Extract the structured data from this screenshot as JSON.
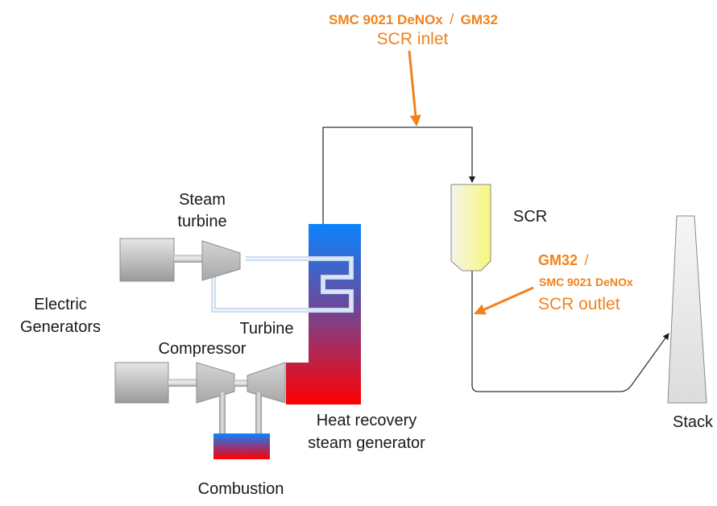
{
  "diagram": {
    "title": "Combined cycle plant with SCR NOx monitoring",
    "colors": {
      "annotation": "#f0821e",
      "hot": "#ff0000",
      "cold": "#0a84ff",
      "scr_fill": "#f7f78a",
      "steam_line": "#c9daf0"
    },
    "inlet_annotation": {
      "product_primary": "SMC 9021 DeNOx",
      "separator": "/",
      "product_secondary": "GM32",
      "location": "SCR inlet"
    },
    "outlet_annotation": {
      "product_primary": "GM32",
      "separator": "/",
      "product_secondary": "SMC 9021 DeNOx",
      "location": "SCR outlet"
    },
    "labels": {
      "steam_turbine_line1": "Steam",
      "steam_turbine_line2": "turbine",
      "electric_generators_line1": "Electric",
      "electric_generators_line2": "Generators",
      "turbine": "Turbine",
      "compressor": "Compressor",
      "hrsg_line1": "Heat recovery",
      "hrsg_line2": "steam generator",
      "combustion": "Combustion",
      "scr": "SCR",
      "stack": "Stack"
    }
  }
}
